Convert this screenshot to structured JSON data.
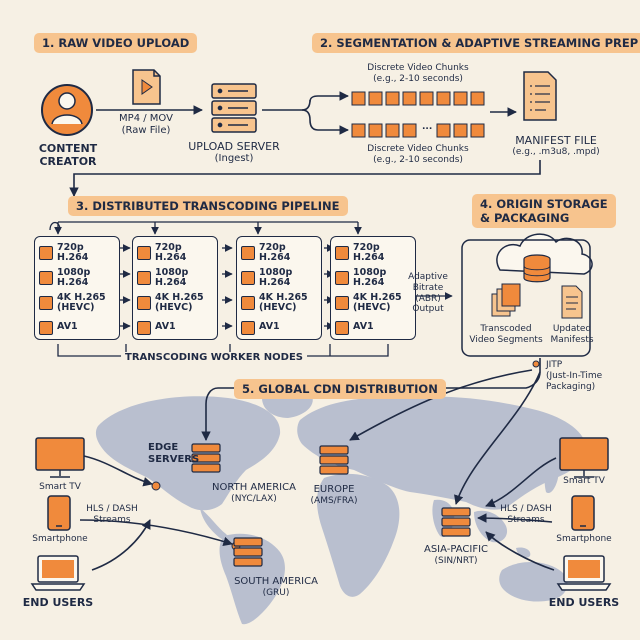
{
  "steps": {
    "s1": "1. RAW VIDEO UPLOAD",
    "s2": "2. SEGMENTATION & ADAPTIVE STREAMING PREP",
    "s3": "3. DISTRIBUTED TRANSCODING PIPELINE",
    "s4a": "4. ORIGIN STORAGE",
    "s4b": "& PACKAGING",
    "s5": "5. GLOBAL CDN DISTRIBUTION"
  },
  "upload": {
    "creator_l1": "CONTENT",
    "creator_l2": "CREATOR",
    "file_l1": "MP4 / MOV",
    "file_l2": "(Raw File)",
    "server_l1": "UPLOAD SERVER",
    "server_l2": "(Ingest)"
  },
  "segmentation": {
    "top_l1": "Discrete Video Chunks",
    "top_l2": "(e.g., 2-10 seconds)",
    "bottom_l1": "Discrete Video Chunks",
    "bottom_l2": "(e.g., 2-10 seconds)",
    "ellipsis": "...",
    "manifest_l1": "MANIFEST FILE",
    "manifest_l2": "(e.g., .m3u8, .mpd)"
  },
  "transcoding": {
    "formats": [
      {
        "res": "720p",
        "codec": "H.264"
      },
      {
        "res": "1080p",
        "codec": "H.264"
      },
      {
        "res": "4K H.265",
        "codec": "(HEVC)"
      },
      {
        "res": "AV1",
        "codec": ""
      }
    ],
    "workers_label": "TRANSCODING WORKER NODES",
    "output_l1": "Adaptive",
    "output_l2": "Bitrate",
    "output_l3": "(ABR)",
    "output_l4": "Output"
  },
  "origin": {
    "segments_l1": "Transcoded",
    "segments_l2": "Video Segments",
    "manifests_l1": "Updated",
    "manifests_l2": "Manifests",
    "jitp_l1": "JITP",
    "jitp_l2": "(Just-In-Time",
    "jitp_l3": "Packaging)"
  },
  "cdn": {
    "edge_l1": "EDGE",
    "edge_l2": "SERVERS",
    "na_l1": "NORTH AMERICA",
    "na_l2": "(NYC/LAX)",
    "eu_l1": "EUROPE",
    "eu_l2": "(AMS/FRA)",
    "sa_l1": "SOUTH AMERICA",
    "sa_l2": "(GRU)",
    "ap_l1": "ASIA-PACIFIC",
    "ap_l2": "(SIN/NRT)"
  },
  "users": {
    "tv": "Smart TV",
    "phone": "Smartphone",
    "label": "END USERS",
    "proto_l1": "HLS / DASH",
    "proto_l2": "Streams"
  },
  "colors": {
    "accent": "#f08a3c",
    "pill": "#f7c48e",
    "ink": "#1f2a44",
    "map": "#b9bfcf",
    "bg": "#f6f0e4"
  }
}
